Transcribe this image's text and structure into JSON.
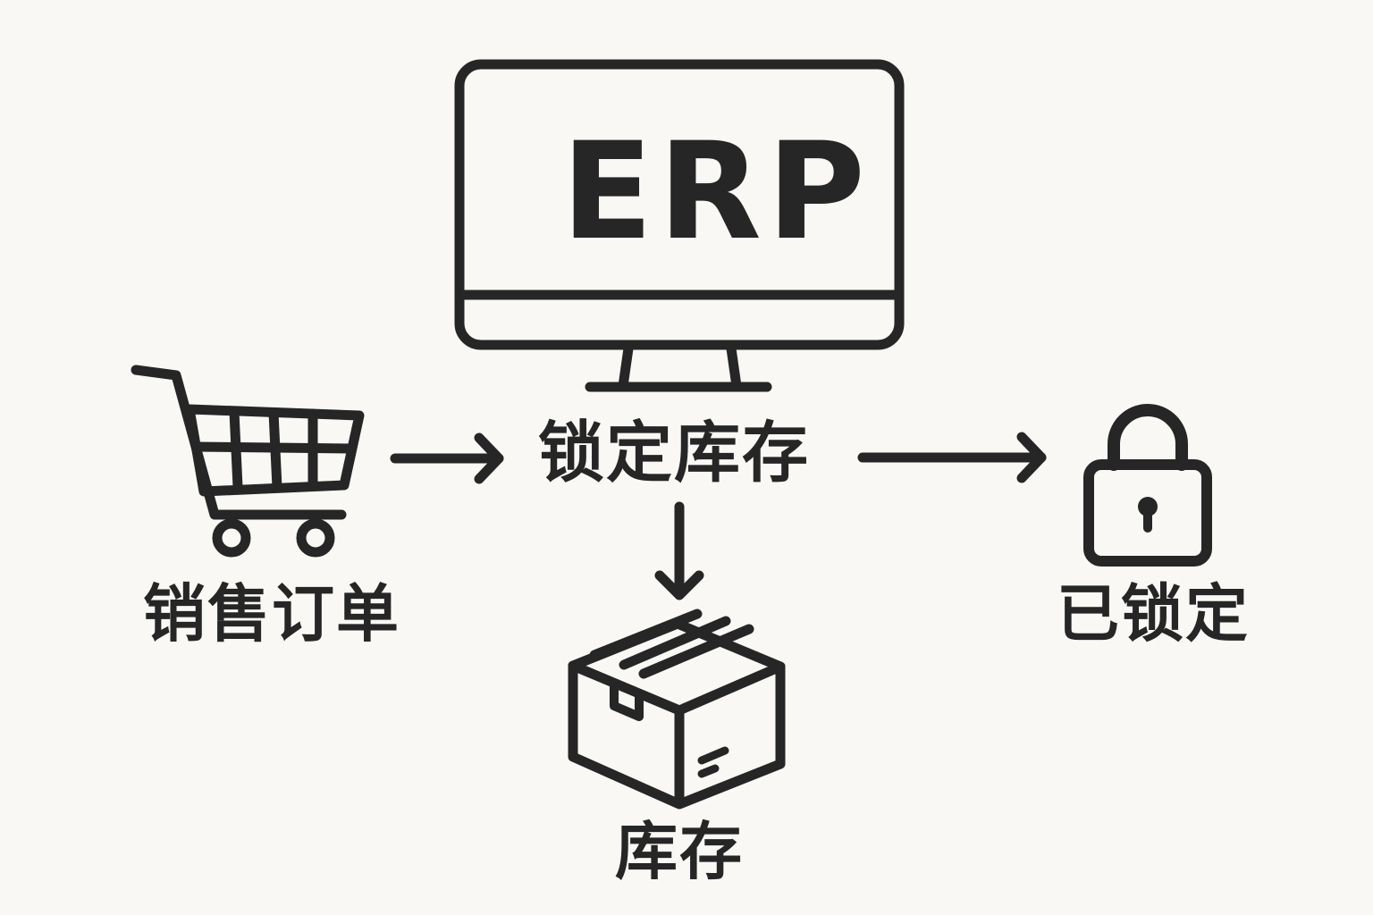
{
  "diagram": {
    "type": "flow",
    "stroke_color": "#262626",
    "background_color": "#f9f8f4",
    "nodes": [
      {
        "id": "erp",
        "icon": "monitor-icon",
        "label": "ERP"
      },
      {
        "id": "sales-order",
        "icon": "shopping-cart-icon",
        "label": "销售订单"
      },
      {
        "id": "lock-inventory",
        "icon": null,
        "label": "锁定库存"
      },
      {
        "id": "inventory",
        "icon": "package-box-icon",
        "label": "库存"
      },
      {
        "id": "locked",
        "icon": "padlock-icon",
        "label": "已锁定"
      }
    ],
    "edges": [
      {
        "from": "sales-order",
        "to": "lock-inventory",
        "direction": "right"
      },
      {
        "from": "lock-inventory",
        "to": "locked",
        "direction": "right"
      },
      {
        "from": "lock-inventory",
        "to": "inventory",
        "direction": "down"
      }
    ]
  }
}
